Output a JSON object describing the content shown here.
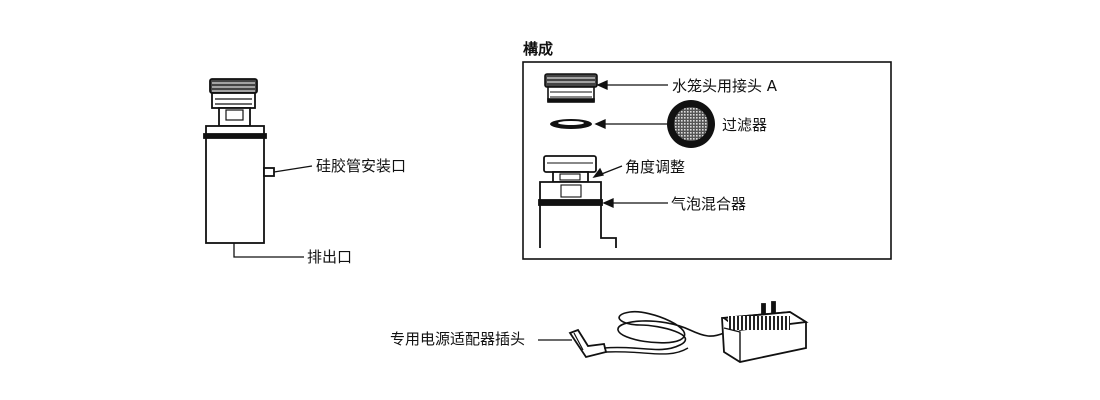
{
  "mixer_unit": {
    "tube_inlet_label": "硅胶管安装口",
    "drain_label": "排出口"
  },
  "components": {
    "title": "構成",
    "faucet_adapter_label": "水笼头用接头 A",
    "filter_label": "过滤器",
    "angle_adjust_label": "角度调整",
    "bubble_mixer_label": "气泡混合器"
  },
  "adapter": {
    "plug_label": "专用电源适配器插头"
  }
}
